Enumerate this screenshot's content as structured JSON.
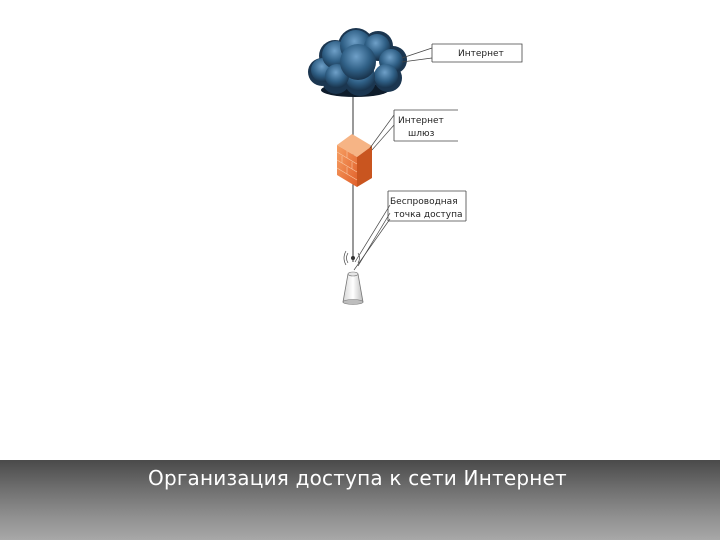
{
  "diagram": {
    "cloud_label": "Интернет",
    "gateway_label_line1": "Интернет",
    "gateway_label_line2": "шлюз",
    "access_point_label_line1": "Беспроводная",
    "access_point_label_line2": "точка доступа"
  },
  "footer": {
    "title": "Организация доступа к сети Интернет"
  },
  "colors": {
    "cloud": "#2f5f85",
    "firewall": "#e8743b",
    "footer_gradient_top": "#4a4a4a",
    "footer_gradient_bottom": "#a8a8a8"
  },
  "icons": [
    "cloud-icon",
    "firewall-icon",
    "wireless-access-point-icon"
  ]
}
